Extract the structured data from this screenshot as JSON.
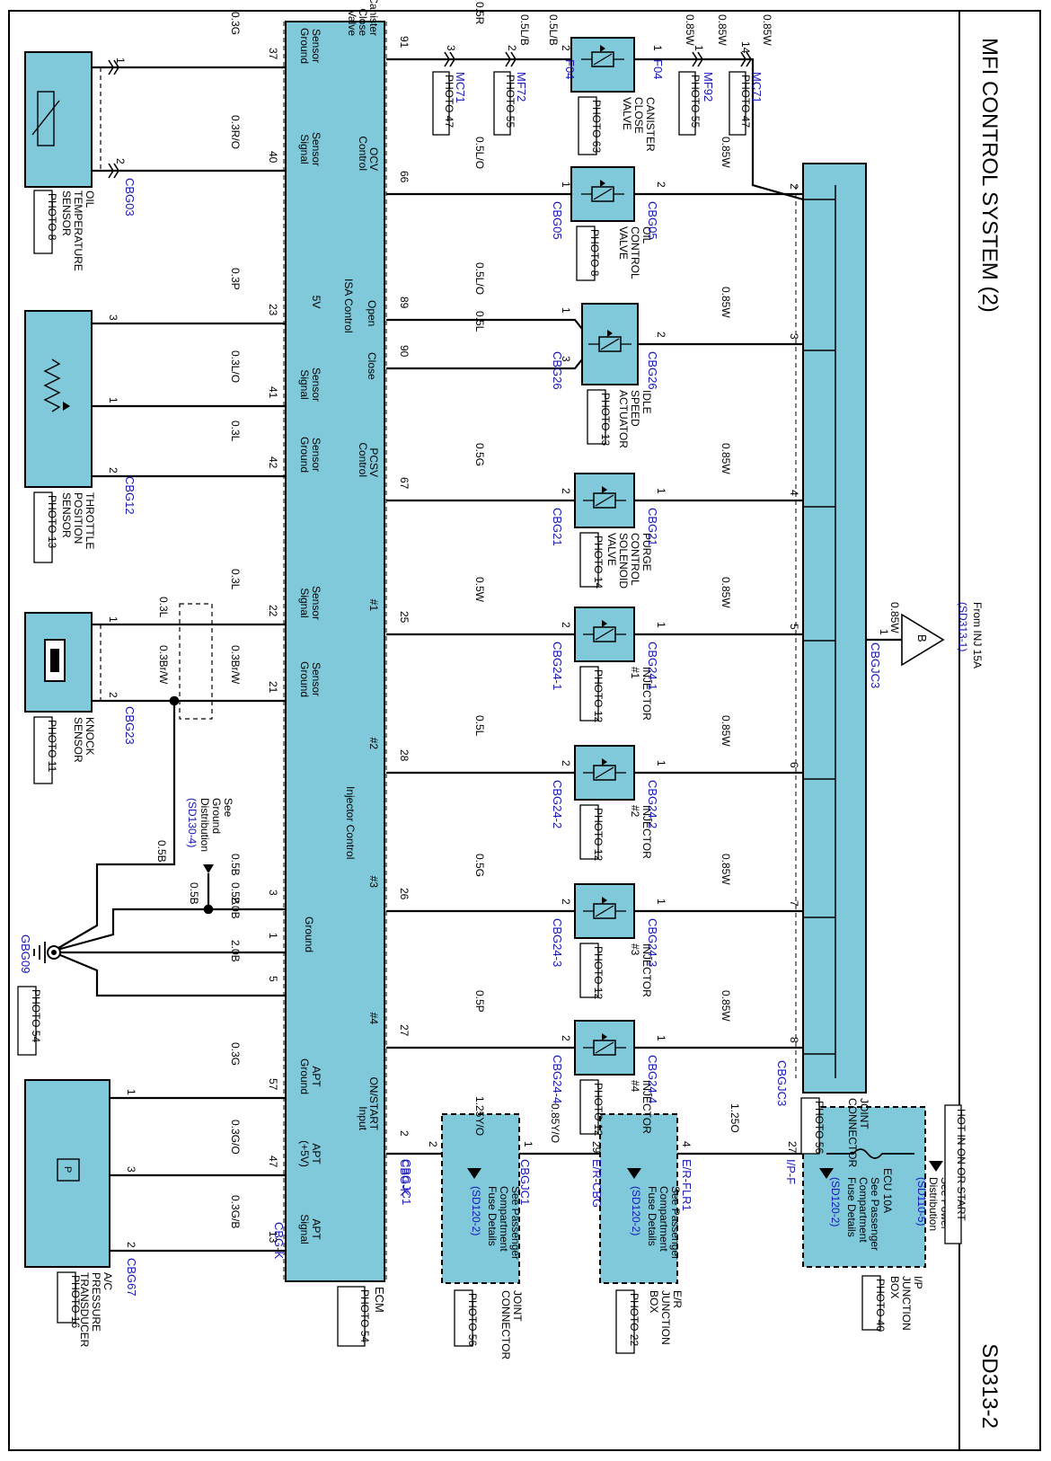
{
  "diagram": {
    "title": "MFI CONTROL SYSTEM (2)",
    "page_code": "SD313-2",
    "colors": {
      "component_fill": "#7fc9da",
      "wire": "#000000",
      "connector_code": "#1515b8",
      "frame": "#000000"
    }
  },
  "ecm": {
    "name": "ECM",
    "photo": "PHOTO 54",
    "connector": "CBG-K",
    "groups": {
      "isa_control": "ISA Control",
      "isa_open": "Open",
      "isa_close": "Close",
      "injector_control": "Injector Control",
      "ground": "Ground"
    },
    "left_pins": [
      {
        "pin": "37",
        "label": "Sensor Ground",
        "wire": "0.3G"
      },
      {
        "pin": "40",
        "label": "Sensor Signal",
        "wire": "0.3R/O"
      },
      {
        "pin": "23",
        "label": "5V",
        "wire": "0.3P"
      },
      {
        "pin": "41",
        "label": "Sensor Signal",
        "wire": "0.3L/O"
      },
      {
        "pin": "42",
        "label": "Sensor Ground",
        "wire": "0.3L"
      },
      {
        "pin": "22",
        "label": "Sensor Signal",
        "wire": "0.3L"
      },
      {
        "pin": "21",
        "label": "Sensor Ground",
        "wire": "0.3Br/W"
      },
      {
        "pin": "3",
        "label": "",
        "wire": "0.5B"
      },
      {
        "pin": "1",
        "label": "",
        "wire": "2.0B"
      },
      {
        "pin": "5",
        "label": "",
        "wire": "2.0B"
      },
      {
        "pin": "57",
        "label": "APT Ground",
        "wire": "0.3G"
      },
      {
        "pin": "47",
        "label": "APT (+5V)",
        "wire": "0.3G/O"
      },
      {
        "pin": "13",
        "label": "APT Signal",
        "wire": "0.3G/B"
      }
    ],
    "right_pins": [
      {
        "pin": "91",
        "label": "Canister Close Valve",
        "wire": "0.5R"
      },
      {
        "pin": "66",
        "label": "OCV Control",
        "wire": "0.5L/O"
      },
      {
        "pin": "89",
        "label": "",
        "wire": "0.5L/O"
      },
      {
        "pin": "90",
        "label": "",
        "wire": "0.5L"
      },
      {
        "pin": "67",
        "label": "PCSV Control",
        "wire": "0.5G"
      },
      {
        "pin": "25",
        "label": "#1",
        "wire": "0.5W"
      },
      {
        "pin": "28",
        "label": "#2",
        "wire": "0.5L"
      },
      {
        "pin": "26",
        "label": "#3",
        "wire": "0.5G"
      },
      {
        "pin": "27",
        "label": "#4",
        "wire": "0.5P"
      },
      {
        "pin": "2",
        "label": "ON/START Input",
        "wire": "1.25Y/O"
      }
    ]
  },
  "sensors": [
    {
      "name": "OIL TEMPERATURE SENSOR",
      "connector": "CBG03",
      "photo": "PHOTO 8",
      "pins": [
        "1",
        "2"
      ]
    },
    {
      "name": "THROTTLE POSITION SENSOR",
      "connector": "CBG12",
      "photo": "PHOTO 13",
      "pins": [
        "3",
        "1",
        "2"
      ]
    },
    {
      "name": "KNOCK SENSOR",
      "connector": "CBG23",
      "photo": "PHOTO 11",
      "pins": [
        "1",
        "2"
      ],
      "shield_wire": "0.3L",
      "shield_wire_2": "0.3Br/W"
    },
    {
      "name": "A/C PRESSURE TRANSDUCER",
      "connector": "CBG67",
      "photo": "PHOTO 16",
      "pins": [
        "1",
        "3",
        "2"
      ]
    }
  ],
  "ground": {
    "ref": "See Ground Distribution",
    "ref_code": "(SD130-4)",
    "point": "GBG09",
    "photo": "PHOTO 54",
    "wire_main": "0.5B",
    "wire_branch": "0.5B",
    "wire_join": "0.5B"
  },
  "canister_chain": {
    "mc71_left": "MC71",
    "mc71_left_photo": "PHOTO 47",
    "mc71_left_pin": "3",
    "mf72": "MF72",
    "mf72_photo": "PHOTO 55",
    "mf72_pin": "2",
    "wire_mf72": "0.5L/B",
    "wire_valve": "0.5L/B",
    "f04_left": "F04",
    "f04_right": "F04",
    "valve_pin_left": "2",
    "valve_pin_right": "1",
    "valve_name": "CANISTER CLOSE VALVE",
    "valve_photo": "PHOTO 63",
    "mf92": "MF92",
    "mf92_photo": "PHOTO 55",
    "mf92_pin": "1",
    "wire_mf92a": "0.85W",
    "wire_mf92b": "0.85W",
    "mc71_right": "MC71",
    "mc71_right_photo": "PHOTO 47",
    "mc71_right_pin": "14",
    "wire_top": "0.85W"
  },
  "actuators": [
    {
      "name": "OIL CONTROL VALVE",
      "connector": "CBG05",
      "photo": "PHOTO 8",
      "pin_in": "1",
      "pin_out": "2",
      "wire_out": "0.85W",
      "jc_pin": "2"
    },
    {
      "name": "IDLE SPEED ACTUATOR",
      "connector": "CBG26",
      "photo": "PHOTO 13",
      "pin_in": "1",
      "pin_in2": "3",
      "pin_out": "2",
      "wire_out": "0.85W",
      "jc_pin": "3"
    },
    {
      "name": "PURGE CONTROL SOLENOID VALVE",
      "connector": "CBG21",
      "photo": "PHOTO 14",
      "pin_in": "2",
      "pin_out": "1",
      "wire_out": "0.85W",
      "jc_pin": "4"
    },
    {
      "name": "INJECTOR #1",
      "connector": "CBG24-1",
      "photo": "PHOTO 12",
      "pin_in": "2",
      "pin_out": "1",
      "wire_out": "0.85W",
      "jc_pin": "5"
    },
    {
      "name": "INJECTOR #2",
      "connector": "CBG24-2",
      "photo": "PHOTO 12",
      "pin_in": "2",
      "pin_out": "1",
      "wire_out": "0.85W",
      "jc_pin": "6"
    },
    {
      "name": "INJECTOR #3",
      "connector": "CBG24-3",
      "photo": "PHOTO 12",
      "pin_in": "2",
      "pin_out": "1",
      "wire_out": "0.85W",
      "jc_pin": "7"
    },
    {
      "name": "INJECTOR #4",
      "connector": "CBG24-4",
      "photo": "PHOTO 12",
      "pin_in": "2",
      "pin_out": "1",
      "wire_out": "0.85W",
      "jc_pin": "8"
    }
  ],
  "joint_connector_main": {
    "name": "JOINT CONNECTOR",
    "photo": "PHOTO 56",
    "connector": "CBGJC3",
    "from_ref": "From INJ 15A",
    "from_code": "(SD313-1)",
    "from_letter": "B",
    "in_pin": "1",
    "in_wire": "0.85W"
  },
  "power_chain": {
    "ecm_conn": "CBG-K",
    "jc1_conn": "CBGJC1",
    "jc1_pin_ecm": "2",
    "jc1_pin_er": "1",
    "jc1_name": "JOINT CONNECTOR",
    "jc1_photo": "PHOTO 56",
    "jc1_ref": "See Passenger Compartment Fuse Details",
    "jc1_code": "(SD120-2)",
    "wire_jc1_er": "0.85Y/O",
    "er_cbg": "E/R-CBG",
    "er_cbg_pin": "29",
    "er_flr1": "E/R-FLR1",
    "er_flr1_pin": "4",
    "er_name": "E/R JUNCTION BOX",
    "er_photo": "PHOTO 22",
    "er_ref": "See Passenger Compartment Fuse Details",
    "er_code": "(SD120-2)",
    "wire_er_ip": "1.25O",
    "ip_conn": "I/P-F",
    "ip_pin": "27",
    "ip_name": "I/P JUNCTION BOX",
    "ip_photo": "PHOTO 40",
    "hot_label": "HOT IN ON OR START",
    "fuse": "ECU 10A",
    "ip_ref1": "See Power Distribution",
    "ip_code1": "(SD110-5)",
    "ip_ref2": "See Passenger Compartment Fuse Details",
    "ip_code2": "(SD120-2)"
  }
}
